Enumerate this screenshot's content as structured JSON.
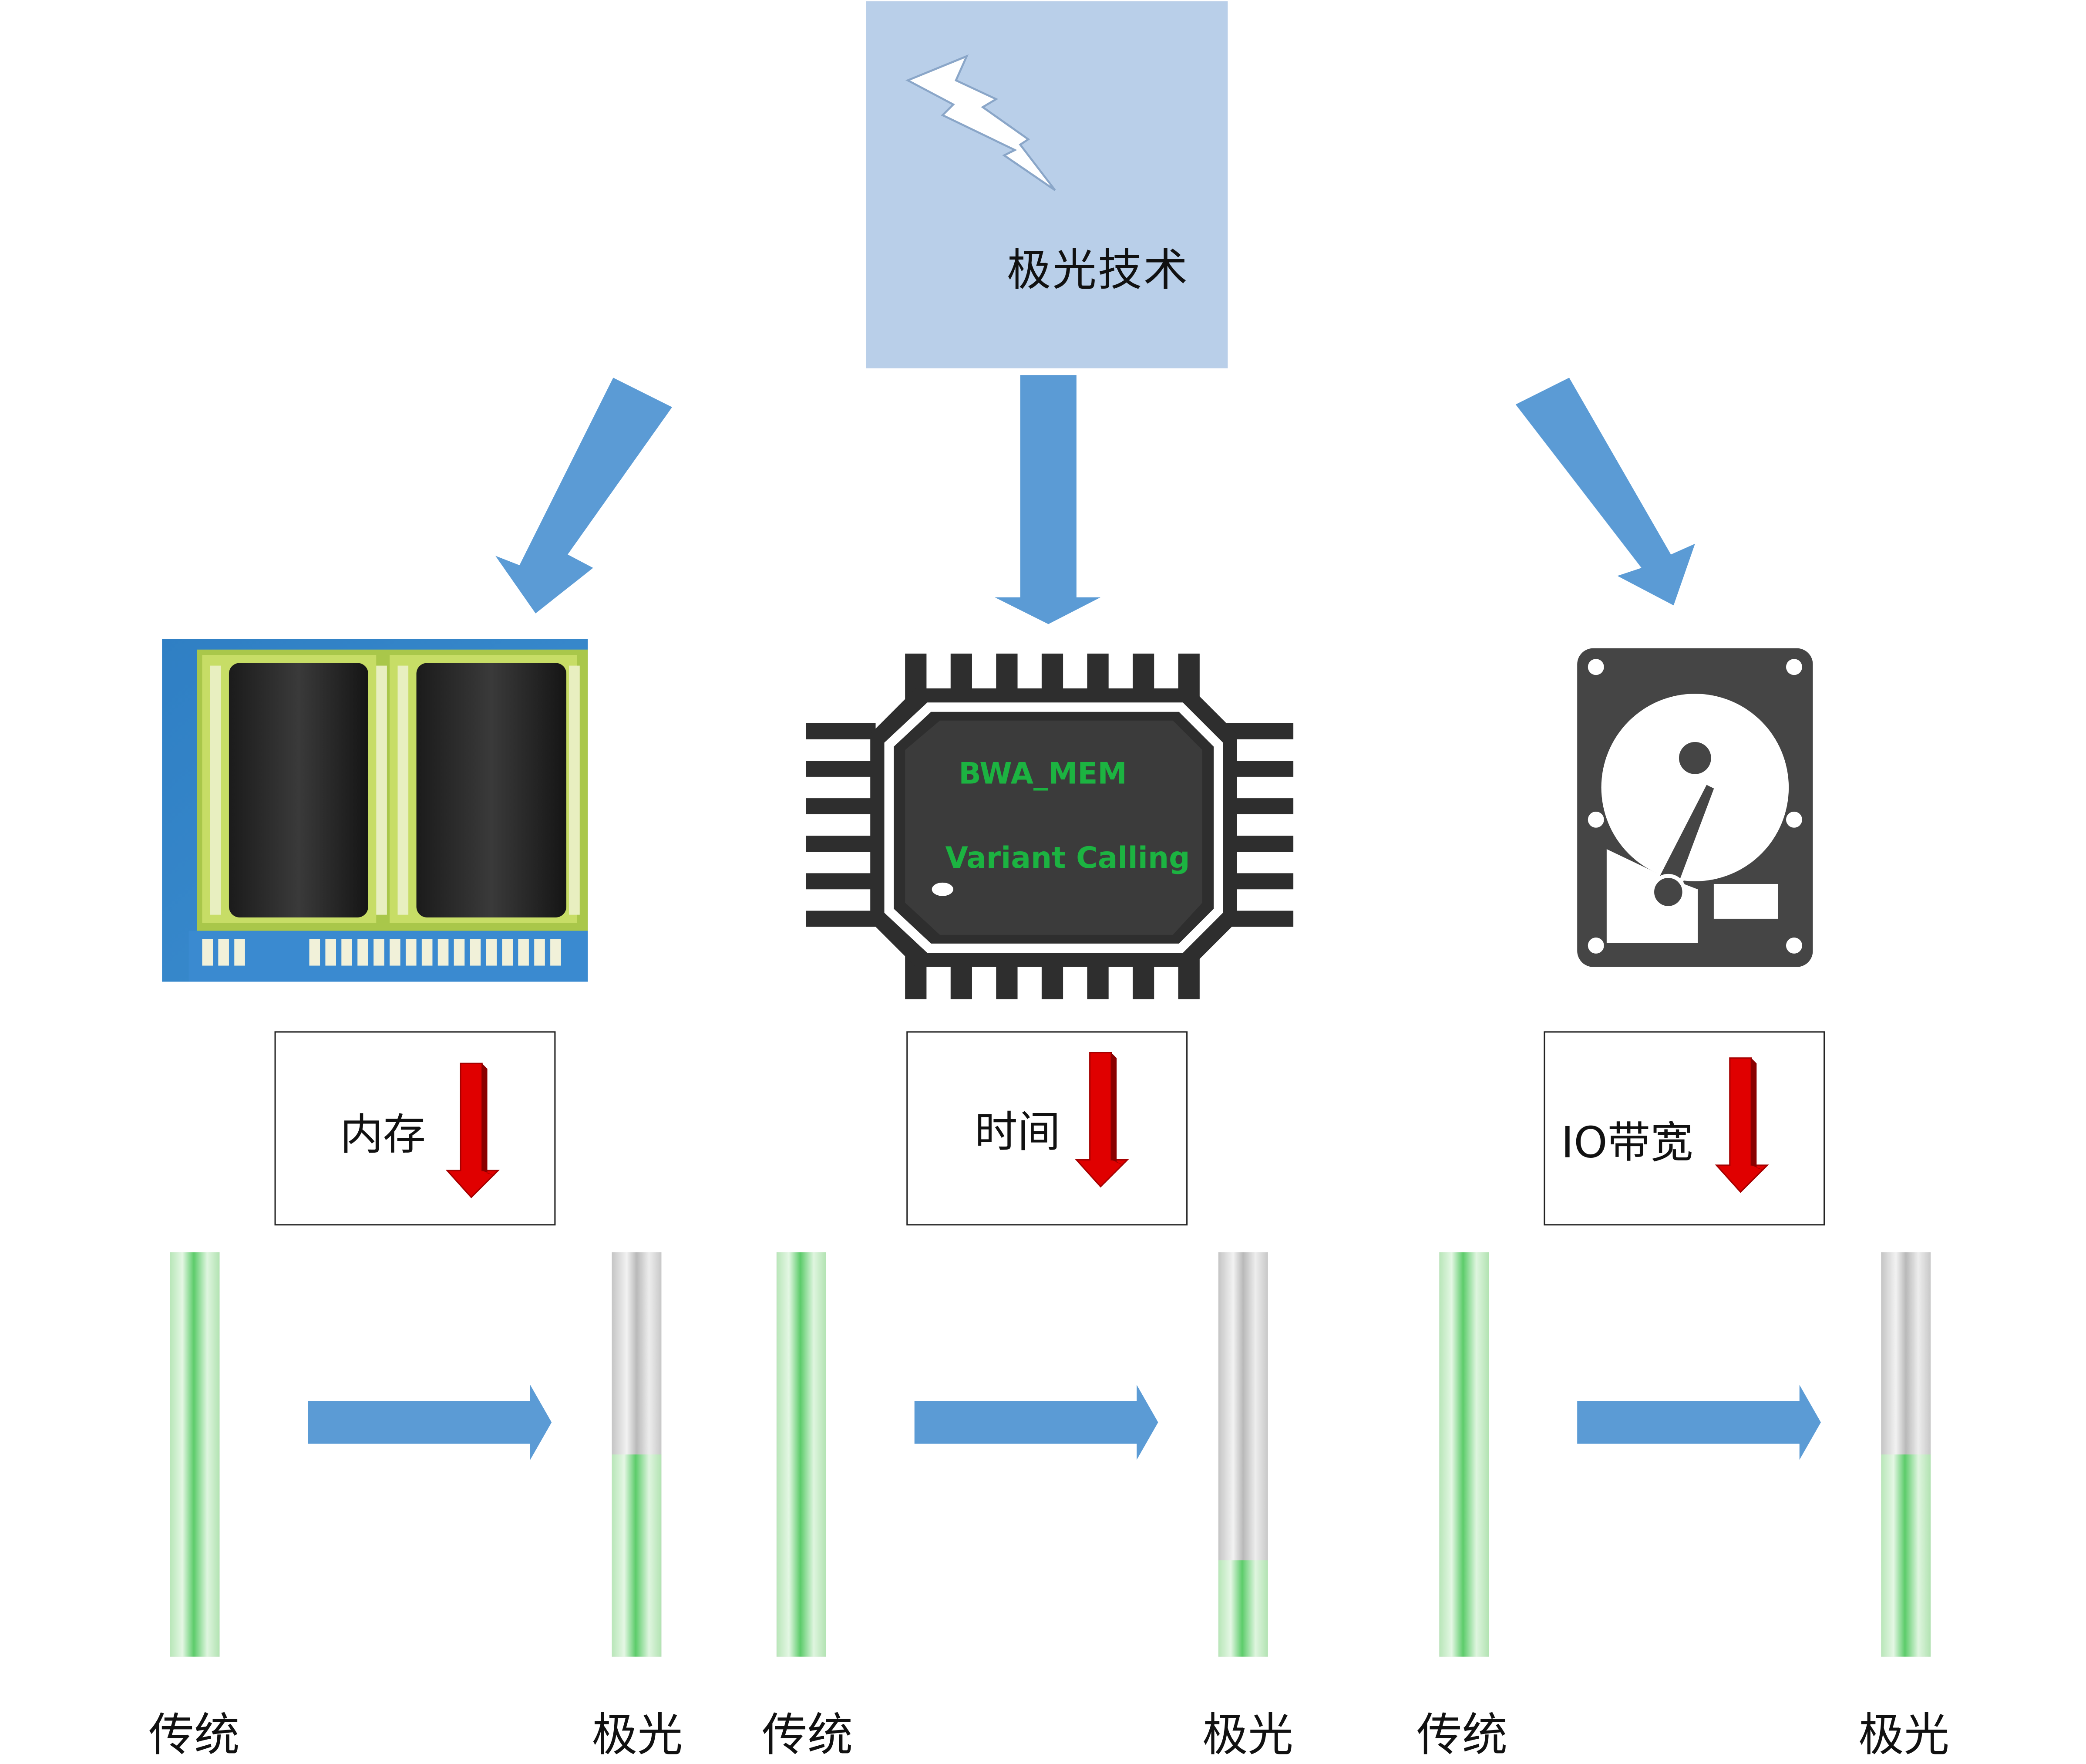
{
  "top": {
    "label": "极光技术"
  },
  "chip": {
    "line1": "BWA_MEM",
    "line2": "Variant Calling"
  },
  "groups": [
    {
      "box_label": "内存",
      "left_label": "传统",
      "right_label": "极光",
      "traditional_level": 1.0,
      "aurora_level": 0.5
    },
    {
      "box_label": "时间",
      "left_label": "传统",
      "right_label": "极光",
      "traditional_level": 1.0,
      "aurora_level": 0.24
    },
    {
      "box_label": "IO带宽",
      "left_label": "传统",
      "right_label": "极光",
      "traditional_level": 1.0,
      "aurora_level": 0.5
    }
  ],
  "colors": {
    "arrow_blue": "#5b9bd5",
    "down_red": "#e00000",
    "top_box": "#b9cfe9",
    "bar_green": "#5ccc6a",
    "chip_text": "#1cb341"
  },
  "icons": {
    "top": "lightning-icon",
    "left": "memory-module-icon",
    "center": "cpu-chip-icon",
    "right": "hard-disk-icon"
  }
}
